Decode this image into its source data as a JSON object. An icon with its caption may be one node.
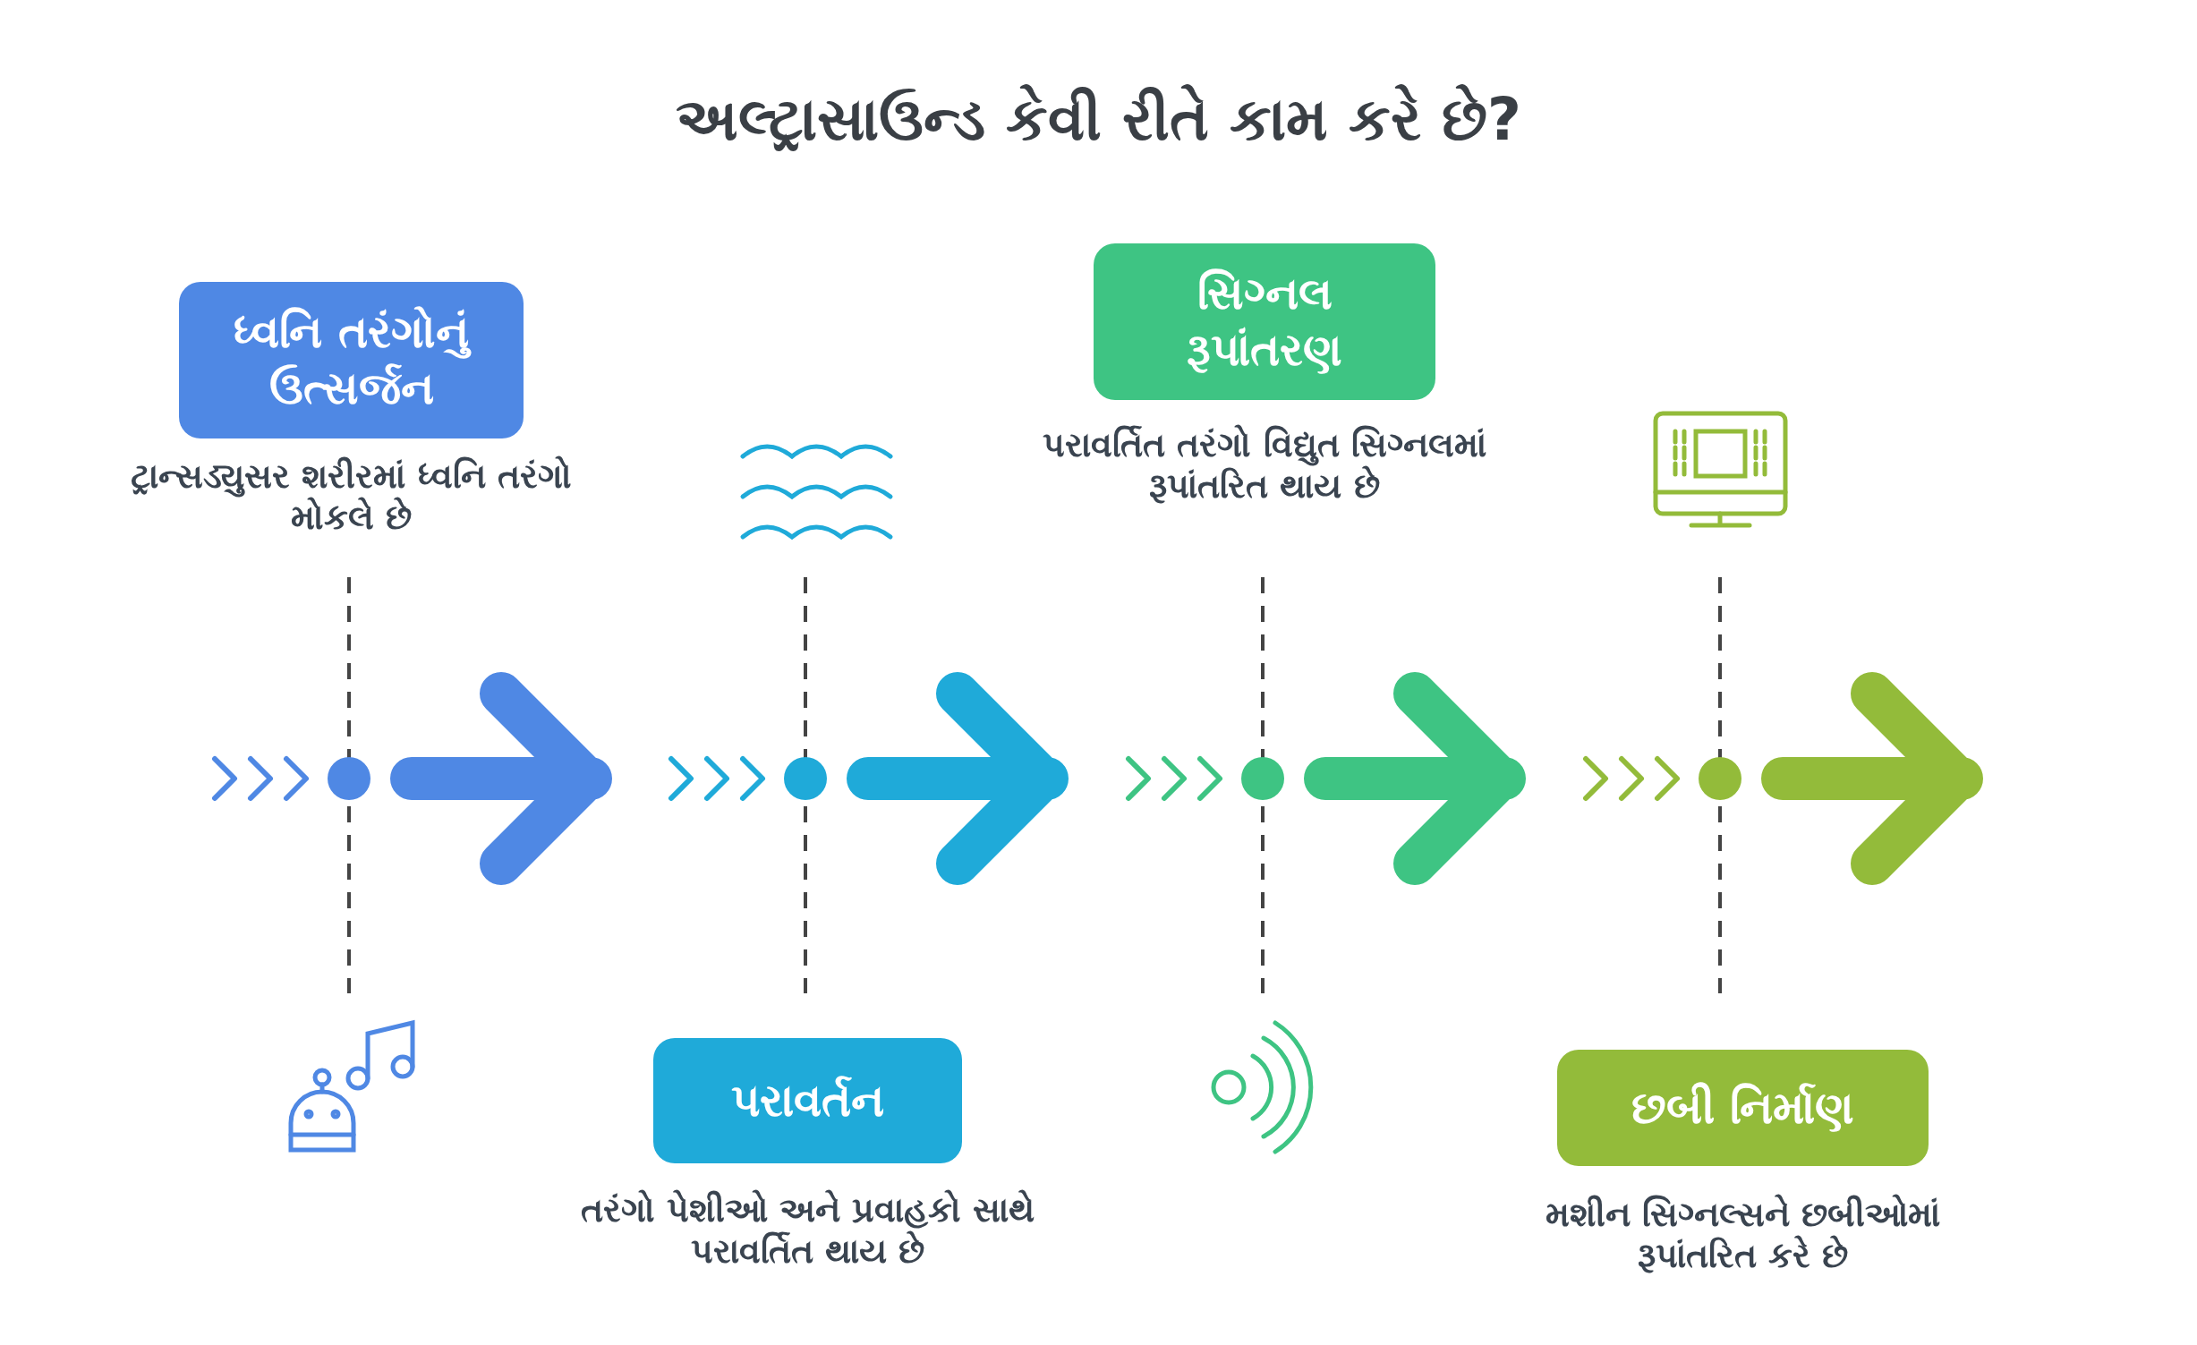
{
  "diagram": {
    "title": "અલ્ટ્રાસાઉન્ડ કેવી રીતે કામ કરે છે?",
    "nodes": [
      {
        "text": [
          "ધ્વનિ તરંગોનું ઉત્સર્જન"
        ],
        "beside": [
          "ટ્રાન્સડ્યુસર શરીરમાં ધ્વનિ તરંગો મોકલે છે"
        ]
      },
      {
        "text": [
          "પરાવર્તન"
        ],
        "beside": [
          "તરંગો પેશીઓ અને પ્રવાહકો સાથે પરાવર્તિત થાય છે"
        ]
      },
      {
        "text": [
          "સિગ્નલ રૂપાંતરણ"
        ],
        "beside": [
          "પરાવર્તિત તરંગો વિદ્યુત સિગ્નલમાં રૂપાંતરિત થાય છે"
        ]
      },
      {
        "text": [
          "છબી નિર્માણ"
        ],
        "beside": [
          "મશીન સિગ્નલ્સને છબીઓમાં રૂપાંતરિત કરે છે"
        ]
      }
    ]
  }
}
